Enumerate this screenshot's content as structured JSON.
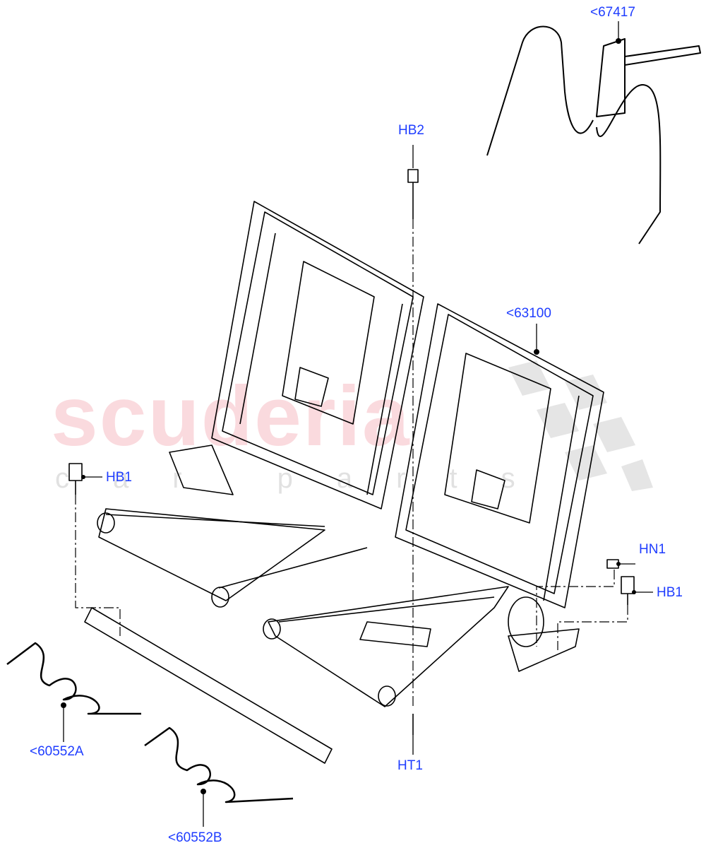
{
  "watermark": {
    "brand": "scuderia",
    "tagline": "car parts"
  },
  "callouts": {
    "seat_belt_buckle": "<67417",
    "bolt_top": "HB2",
    "seat_back_frame": "<63100",
    "bolt_left": "HB1",
    "nut_right": "HN1",
    "bolt_right": "HB1",
    "spring_a": "<60552A",
    "spring_b": "<60552B",
    "stud_bottom": "HT1"
  },
  "colors": {
    "label": "#1f3dff",
    "line": "#000000",
    "watermark": "#f096a0"
  }
}
